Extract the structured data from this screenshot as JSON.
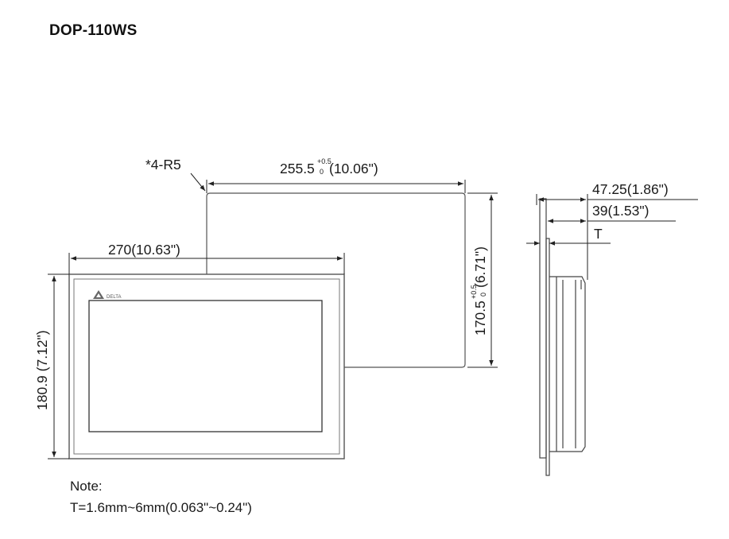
{
  "title": "DOP-110WS",
  "logo": {
    "text": "DELTA",
    "icon": "delta-triangle-icon"
  },
  "front_view": {
    "width_label": "270(10.63\")",
    "height_label": "180.9 (7.12\")"
  },
  "cutout": {
    "corner_label": "*4-R5",
    "width_main": "255.5",
    "width_tol_plus": "+0.5",
    "width_tol_minus": "0",
    "width_inch": "(10.06\")",
    "height_main": "170.5",
    "height_tol_plus": "+0.5",
    "height_tol_minus": "0",
    "height_inch": "(6.71\")"
  },
  "side_view": {
    "depth_total": "47.25(1.86\")",
    "depth_body": "39(1.53\")",
    "thickness": "T"
  },
  "note": {
    "heading": "Note:",
    "text": "T=1.6mm~6mm(0.063\"~0.24\")"
  },
  "colors": {
    "line": "#333333",
    "panel_gray": "#7f7f7f"
  }
}
